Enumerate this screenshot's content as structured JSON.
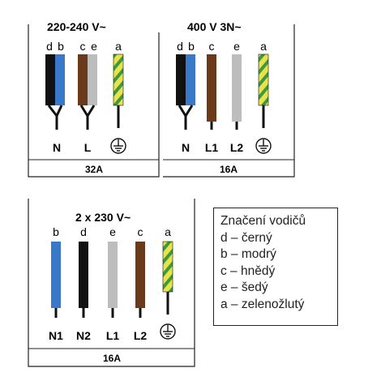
{
  "panel_a": {
    "voltage": "220-240 V~",
    "wire_letters": [
      "d",
      "b",
      "c",
      "e",
      "a"
    ],
    "terminals": [
      "N",
      "L"
    ],
    "current": "32A"
  },
  "panel_b": {
    "voltage": "400 V 3N~",
    "wire_letters": [
      "d",
      "b",
      "c",
      "e",
      "a"
    ],
    "terminals": [
      "N",
      "L1",
      "L2"
    ],
    "current": "16A"
  },
  "panel_c": {
    "voltage": "2 x 230 V~",
    "wire_letters": [
      "b",
      "d",
      "e",
      "c",
      "a"
    ],
    "terminals": [
      "N1",
      "N2",
      "L1",
      "L2"
    ],
    "current": "16A"
  },
  "legend": {
    "title": "Značení vodičů",
    "items": [
      "d – černý",
      "b – modrý",
      "c – hnědý",
      "e – šedý",
      "a – zelenožlutý"
    ]
  },
  "colors": {
    "black": "#111111",
    "blue": "#3a78c9",
    "brown": "#6b3a1a",
    "grey": "#bdbdbd",
    "yellow": "#e8e34a",
    "green": "#3f9a3f"
  }
}
